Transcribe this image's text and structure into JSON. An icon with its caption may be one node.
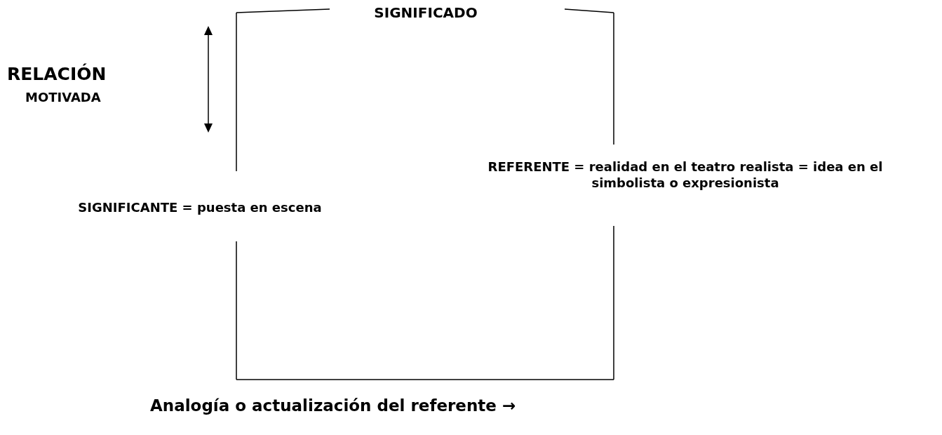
{
  "diagram": {
    "nodes": [
      {
        "text": [
          "SIGNIFICADO",
          "SIGNIFICANTE = puesta en escena",
          "REFERENTE = realidad en el teatro realista = idea en el simbolista o expresionista"
        ]
      }
    ],
    "edges": [],
    "labels": [
      "RELACIÓN",
      "MOTIVADA",
      "Analogía o actualización del referente →"
    ]
  }
}
